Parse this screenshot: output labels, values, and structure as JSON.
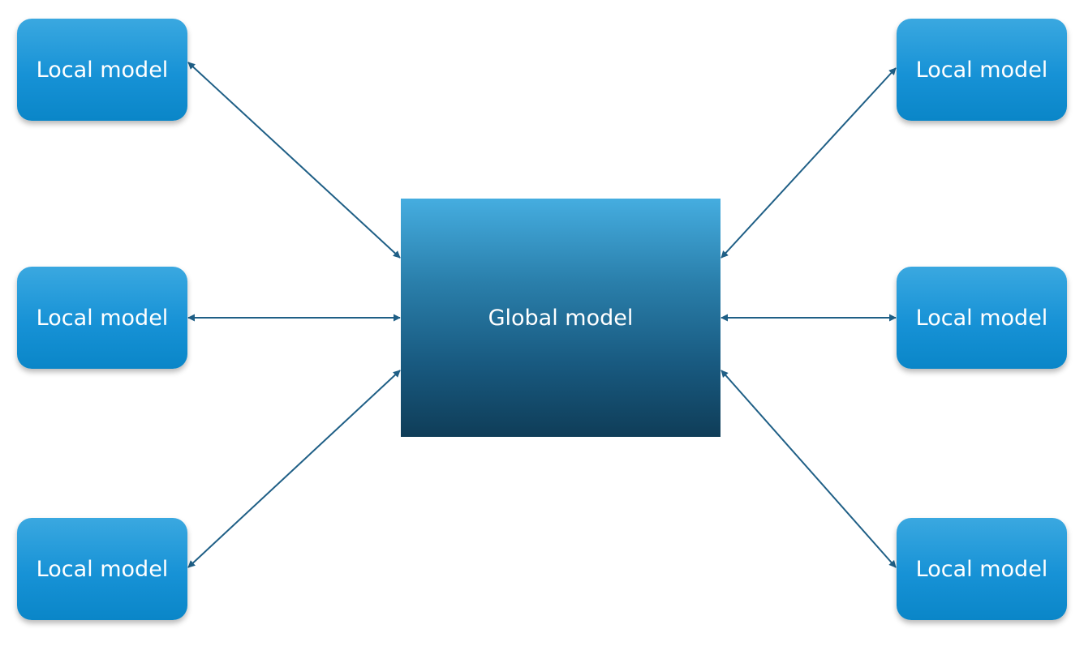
{
  "diagram": {
    "global_node": {
      "label": "Global model"
    },
    "local_nodes": [
      {
        "label": "Local model"
      },
      {
        "label": "Local model"
      },
      {
        "label": "Local model"
      },
      {
        "label": "Local model"
      },
      {
        "label": "Local model"
      },
      {
        "label": "Local model"
      }
    ],
    "connector_style": "bidirectional-arrow",
    "colors": {
      "connector": "#1f5f86",
      "local_node_fill": "#1792d6",
      "global_node_fill_top": "#45ade0",
      "global_node_fill_bottom": "#0f3d58",
      "label_text": "#ffffff"
    }
  }
}
